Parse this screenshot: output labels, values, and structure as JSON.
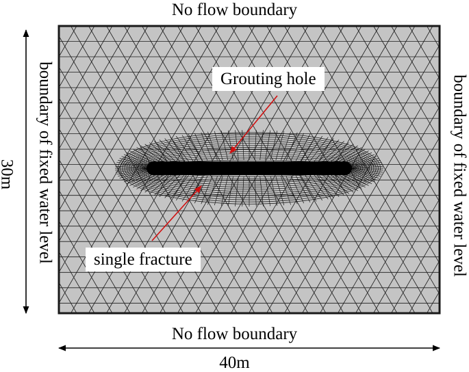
{
  "labels": {
    "top_boundary": "No flow boundary",
    "bottom_boundary": "No flow boundary",
    "left_boundary": "boundary of fixed water level",
    "right_boundary": "boundary of fixed water level",
    "height": "30m",
    "width": "40m"
  },
  "callouts": {
    "grouting_hole": "Grouting hole",
    "single_fracture": "single fracture"
  },
  "colors": {
    "mesh_fill": "#c4c4c4",
    "mesh_line": "#1a1a1a",
    "fracture": "#000000",
    "pointer_arrow": "#d01010",
    "dimension_arrow": "#000000"
  }
}
